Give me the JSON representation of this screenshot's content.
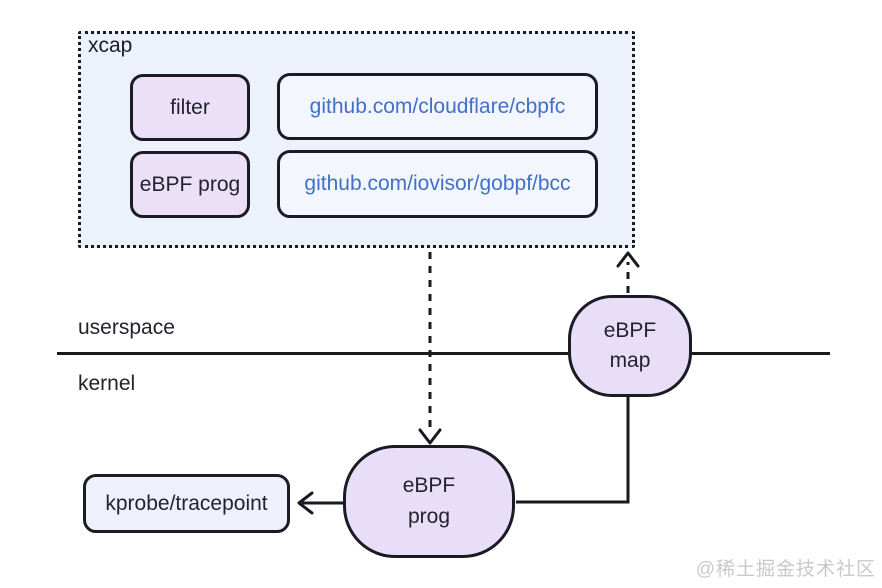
{
  "diagram": {
    "xcap": {
      "label": "xcap",
      "filter_label": "filter",
      "ebpf_prog_label": "eBPF prog",
      "link_cbpfc": "github.com/cloudflare/cbpfc",
      "link_gobpf": "github.com/iovisor/gobpf/bcc"
    },
    "regions": {
      "userspace": "userspace",
      "kernel": "kernel"
    },
    "ebpf_map": {
      "line1": "eBPF",
      "line2": "map"
    },
    "ebpf_prog_kernel": {
      "line1": "eBPF",
      "line2": "prog"
    },
    "kprobe_label": "kprobe/tracepoint",
    "watermark": "@稀土掘金技术社区",
    "colors": {
      "panel_fill": "#edf1fb",
      "purple_fill": "#ecdff8",
      "blob_fill": "#e9def8",
      "light_fill": "#f4f6fd",
      "border": "#1b1b26",
      "link_blue": "#4070c8",
      "text": "#23232e",
      "watermark_gray": "#c9c9c9"
    }
  }
}
